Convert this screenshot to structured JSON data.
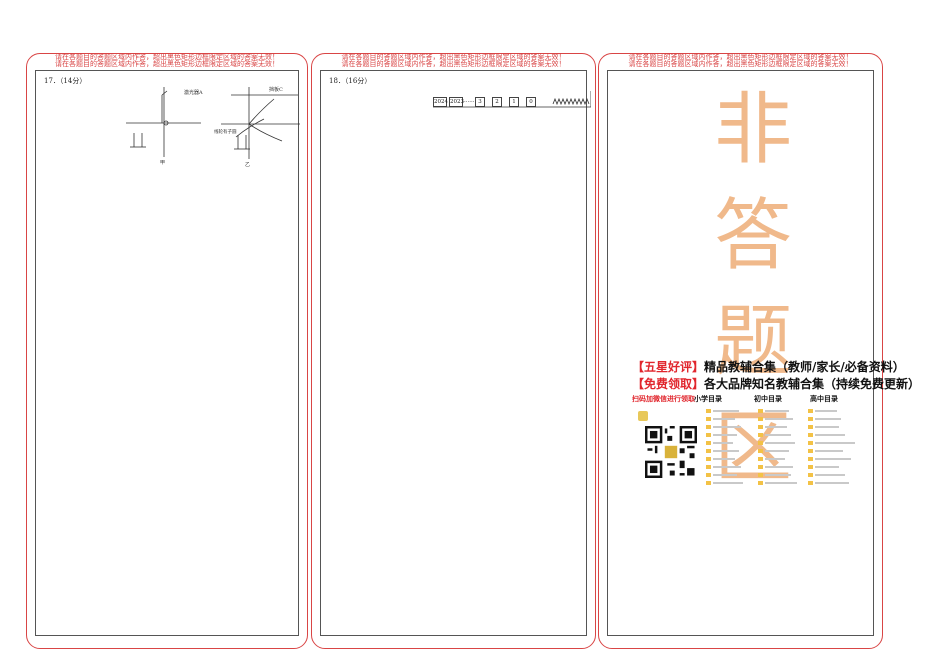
{
  "warning_text": "请在各题目的答题区域内作答，超出黑色矩形边框限定区域的答案无效！",
  "q17": {
    "label": "17．（14分）",
    "fig_left": {
      "label": "激光器A",
      "caption": "甲"
    },
    "fig_right": {
      "label": "挡板C",
      "label2": "线轮有子圆",
      "caption": "乙"
    }
  },
  "q18": {
    "label": "18．（16分）",
    "boxes": [
      "2024",
      "2023",
      "......",
      "3",
      "2",
      "1",
      "0"
    ]
  },
  "watermark": {
    "chars": [
      "非",
      "答",
      "题",
      "区"
    ]
  },
  "ad": {
    "line1_bracket": "【五星好评】",
    "line1_text": "精品教辅合集（教师/家长/必备资料）",
    "line2_bracket": "【免费领取】",
    "line2_text": "各大品牌知名教辅合集（持续免费更新）",
    "scan_text": "扫码加微信进行领取",
    "col_heads": [
      "小学目录",
      "初中目录",
      "高中目录"
    ]
  }
}
